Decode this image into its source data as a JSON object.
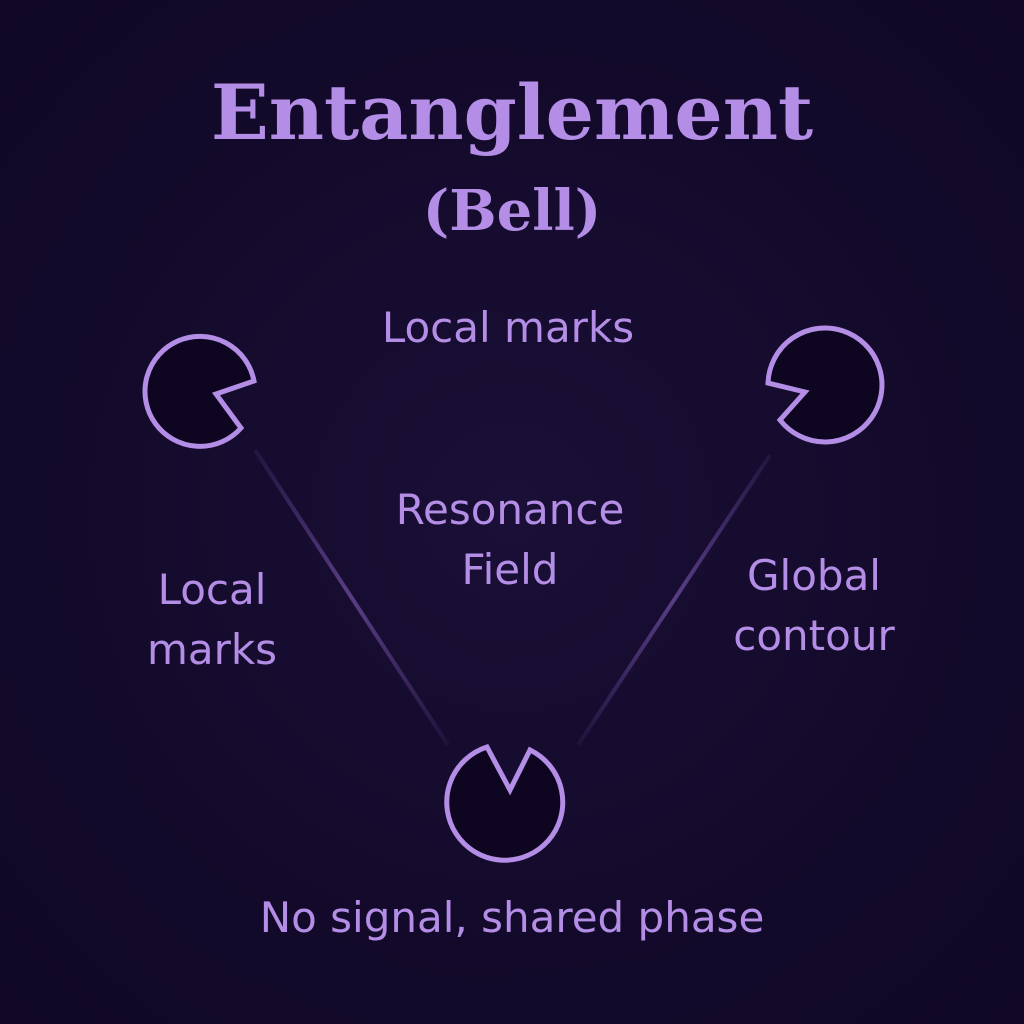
{
  "title": "Entanglement",
  "subtitle": "(Bell)",
  "labels": {
    "top": "Local marks",
    "center_line1": "Resonance",
    "center_line2": "Field",
    "left_line1": "Local",
    "left_line2": "marks",
    "right_line1": "Global",
    "right_line2": "contour",
    "bottom": "No signal, shared phase"
  },
  "colors": {
    "background": "#130a2b",
    "accent": "#b48ee6",
    "line": "#6a4a9a",
    "node_fill": "#0e0620"
  }
}
